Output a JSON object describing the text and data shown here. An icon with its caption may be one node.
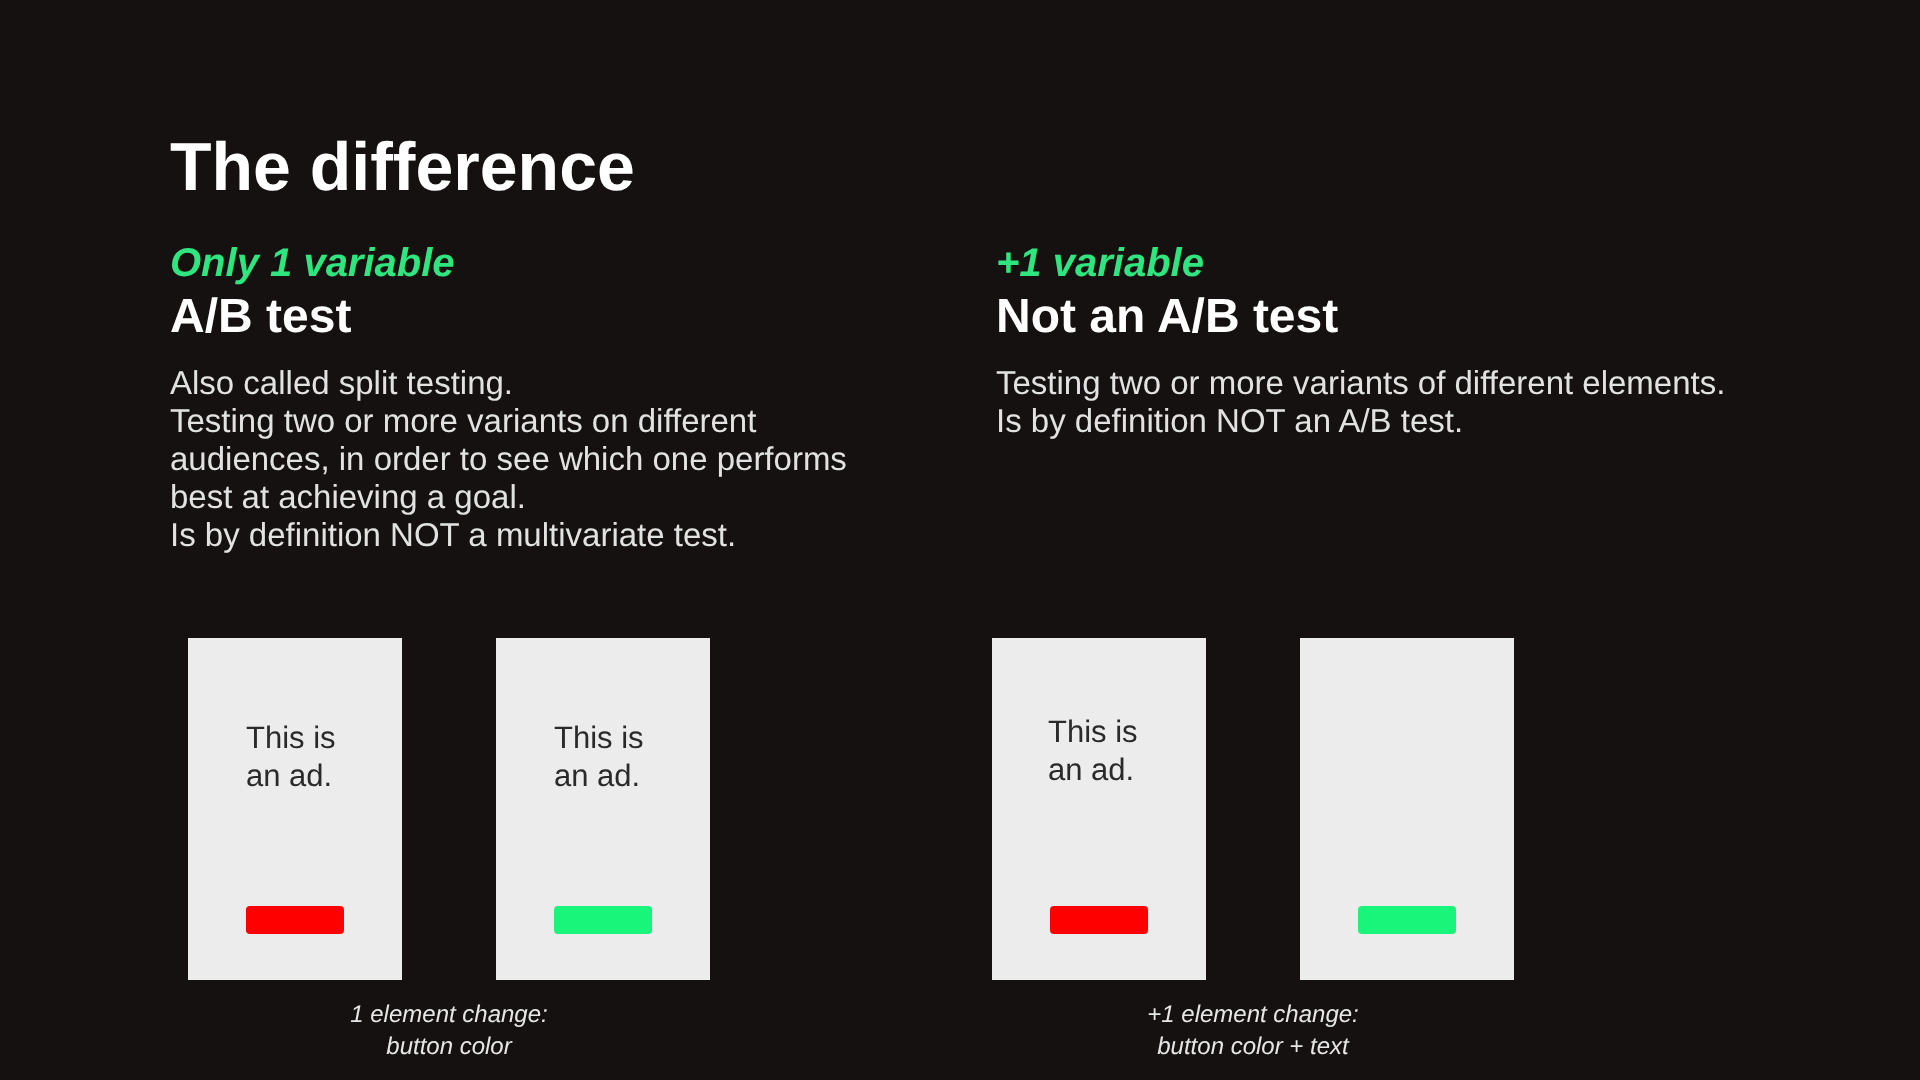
{
  "diagram": {
    "title": "The difference",
    "nodes": [
      {
        "text": [
          "This is an ad."
        ]
      },
      {
        "text": [],
        "shape": "bar",
        "in": 0
      },
      {
        "text": [
          "This is an ad."
        ]
      },
      {
        "text": [],
        "shape": "bar",
        "in": 2
      },
      {
        "text": [
          "This is an ad."
        ]
      },
      {
        "text": [],
        "shape": "bar",
        "in": 4
      },
      {
        "text": [],
        "shape": "box"
      },
      {
        "text": [],
        "shape": "bar",
        "in": 6
      }
    ],
    "edges": [],
    "labels": [
      "Only 1 variable",
      "A/B test",
      "Also called split testing.",
      "Testing two or more variants on different audiences, in order to see which one performs best at achieving a goal.",
      "Is by definition NOT a multivariate test.",
      "+1 variable",
      "Not an A/B test",
      "Testing two or more variants of different elements.",
      "Is by definition NOT an A/B test.",
      "1 element change: button color",
      "+1 element change: button color + text"
    ]
  }
}
